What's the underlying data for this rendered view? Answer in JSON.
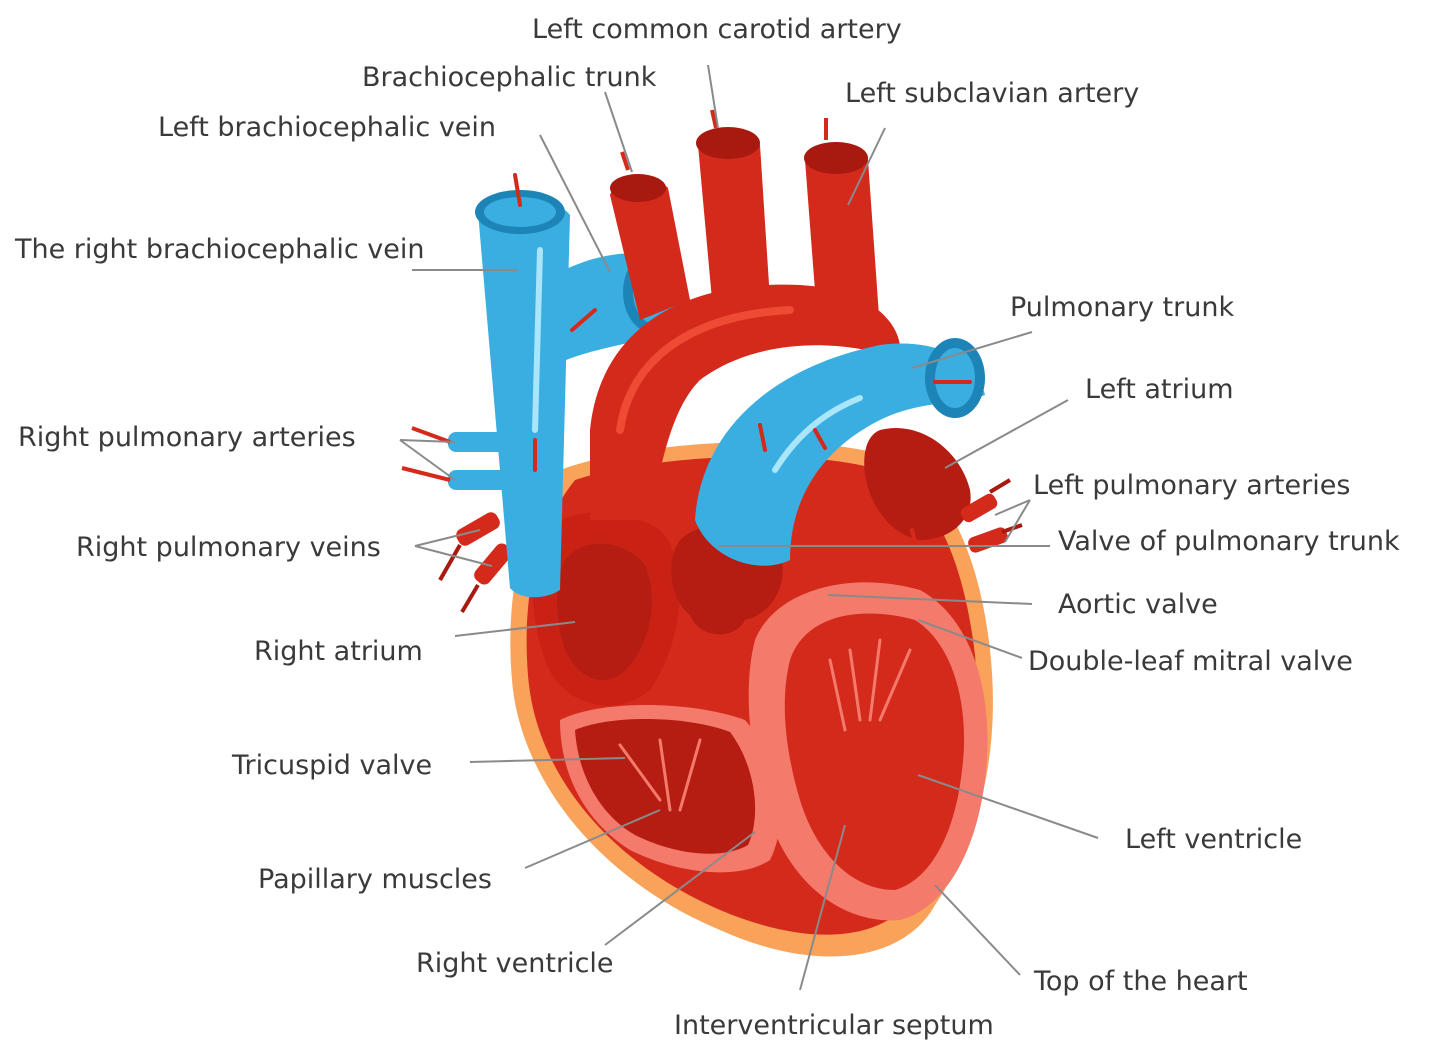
{
  "colors": {
    "artery_red": "#d42a1c",
    "artery_dark": "#a8190f",
    "artery_light": "#ee4a34",
    "vein_blue": "#3aaee0",
    "vein_dark": "#1d84b8",
    "vein_light": "#a9e6fb",
    "fat_orange": "#f8a25a",
    "inner_pink": "#f47a6c",
    "inner_dark": "#b51d12",
    "label_text": "#3a3a3a",
    "leader_line": "#8a8a8a"
  },
  "labels": {
    "left_common_carotid_artery": "Left common carotid artery",
    "brachiocephalic_trunk": "Brachiocephalic trunk",
    "left_subclavian_artery": "Left subclavian artery",
    "left_brachiocephalic_vein": "Left brachiocephalic vein",
    "right_brachiocephalic_vein": "The right brachiocephalic vein",
    "pulmonary_trunk": "Pulmonary trunk",
    "left_atrium": "Left atrium",
    "right_pulmonary_arteries": "Right pulmonary arteries",
    "left_pulmonary_arteries": "Left pulmonary arteries",
    "right_pulmonary_veins": "Right pulmonary veins",
    "valve_of_pulmonary_trunk": "Valve of pulmonary trunk",
    "aortic_valve": "Aortic valve",
    "right_atrium": "Right atrium",
    "double_leaf_mitral_valve": "Double-leaf mitral valve",
    "tricuspid_valve": "Tricuspid valve",
    "left_ventricle": "Left ventricle",
    "papillary_muscles": "Papillary muscles",
    "right_ventricle": "Right ventricle",
    "top_of_the_heart": "Top of the heart",
    "interventricular_septum": "Interventricular septum"
  }
}
